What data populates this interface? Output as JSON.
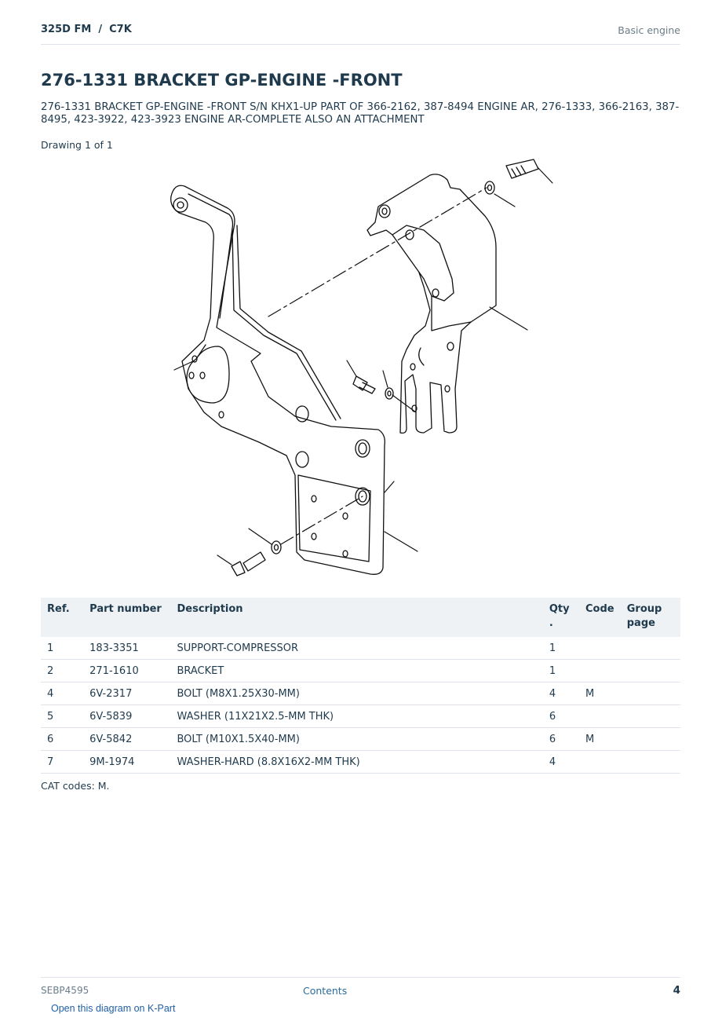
{
  "header": {
    "model": "325D FM  /  C7K",
    "section": "Basic engine"
  },
  "title": "276-1331 BRACKET GP-ENGINE -FRONT",
  "description": "276-1331 BRACKET GP-ENGINE -FRONT S/N KHX1-UP PART OF 366-2162, 387-8494 ENGINE AR, 276-1333, 366-2163, 387-8495, 423-3922, 423-3923 ENGINE AR-COMPLETE ALSO AN ATTACHMENT",
  "drawing_label": "Drawing 1 of 1",
  "table": {
    "headers": {
      "ref": "Ref.",
      "part_number": "Part number",
      "description": "Description",
      "qty": "Qty\n.",
      "code": "Code",
      "group_page": "Group\npage"
    },
    "rows": [
      {
        "ref": "1",
        "part_number": "183-3351",
        "description": "SUPPORT-COMPRESSOR",
        "qty": "1",
        "code": "",
        "group_page": ""
      },
      {
        "ref": "2",
        "part_number": "271-1610",
        "description": "BRACKET",
        "qty": "1",
        "code": "",
        "group_page": ""
      },
      {
        "ref": "4",
        "part_number": "6V-2317",
        "description": "BOLT (M8X1.25X30-MM)",
        "qty": "4",
        "code": "M",
        "group_page": ""
      },
      {
        "ref": "5",
        "part_number": "6V-5839",
        "description": "WASHER (11X21X2.5-MM THK)",
        "qty": "6",
        "code": "",
        "group_page": ""
      },
      {
        "ref": "6",
        "part_number": "6V-5842",
        "description": "BOLT (M10X1.5X40-MM)",
        "qty": "6",
        "code": "M",
        "group_page": ""
      },
      {
        "ref": "7",
        "part_number": "9M-1974",
        "description": "WASHER-HARD (8.8X16X2-MM THK)",
        "qty": "4",
        "code": "",
        "group_page": ""
      }
    ]
  },
  "codes_note": "CAT codes: M.",
  "footer": {
    "doc_id": "SEBP4595",
    "contents_link": "Contents",
    "page_number": "4"
  },
  "kpart_link": "Open this diagram on K-Part"
}
